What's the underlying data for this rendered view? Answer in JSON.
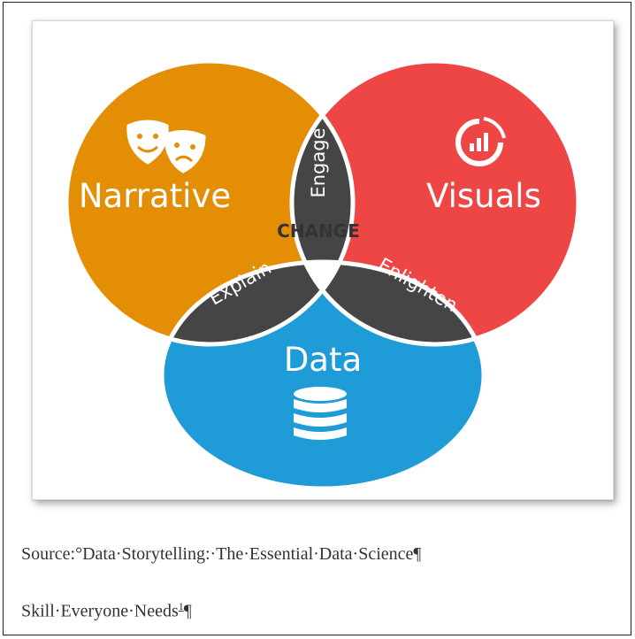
{
  "diagram": {
    "center_label": "CHANGE",
    "circles": [
      {
        "label": "Narrative",
        "color": "#E38E05",
        "icon": "theater-masks-icon"
      },
      {
        "label": "Visuals",
        "color": "#EE4545",
        "icon": "chart-gauge-icon"
      },
      {
        "label": "Data",
        "color": "#1F9BD7",
        "icon": "database-icon"
      }
    ],
    "overlaps": {
      "narrative_visuals": "Engage",
      "narrative_data": "Explain",
      "visuals_data": "Enlighten"
    },
    "overlap_color": "#454545"
  },
  "caption": {
    "line1": "Source:°Data·Storytelling:·The·Essential·Data·Science¶",
    "line2_text": "Skill·Everyone·Needs",
    "line2_sup": "1",
    "line2_end": "¶"
  }
}
